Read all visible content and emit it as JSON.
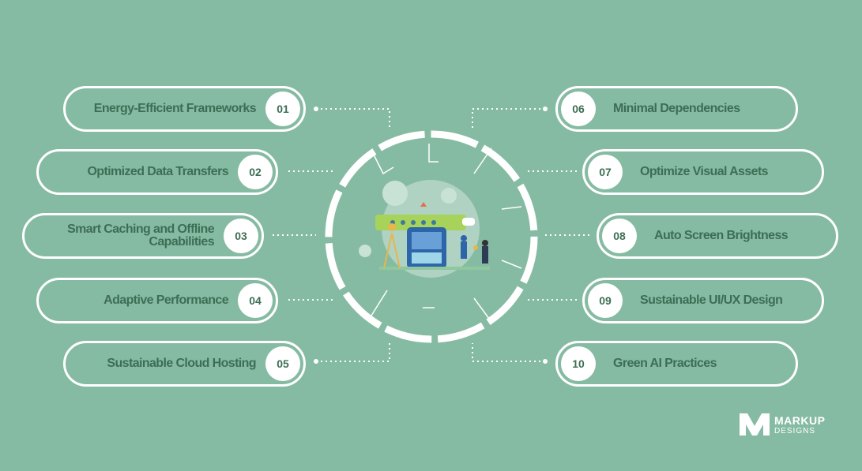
{
  "items": [
    {
      "num": "01",
      "label": "Energy-Efficient Frameworks"
    },
    {
      "num": "02",
      "label": "Optimized Data Transfers"
    },
    {
      "num": "03",
      "label": "Smart Caching and Offline Capabilities"
    },
    {
      "num": "04",
      "label": "Adaptive Performance"
    },
    {
      "num": "05",
      "label": "Sustainable Cloud Hosting"
    },
    {
      "num": "06",
      "label": "Minimal Dependencies"
    },
    {
      "num": "07",
      "label": "Optimize Visual Assets"
    },
    {
      "num": "08",
      "label": "Auto Screen Brightness"
    },
    {
      "num": "09",
      "label": "Sustainable UI/UX Design"
    },
    {
      "num": "10",
      "label": "Green AI Practices"
    }
  ],
  "logo": {
    "line1": "MARKUP",
    "line2": "DESIGNS"
  },
  "colors": {
    "background": "#86bba3",
    "text": "#3d6e55",
    "accent": "#ffffff"
  }
}
